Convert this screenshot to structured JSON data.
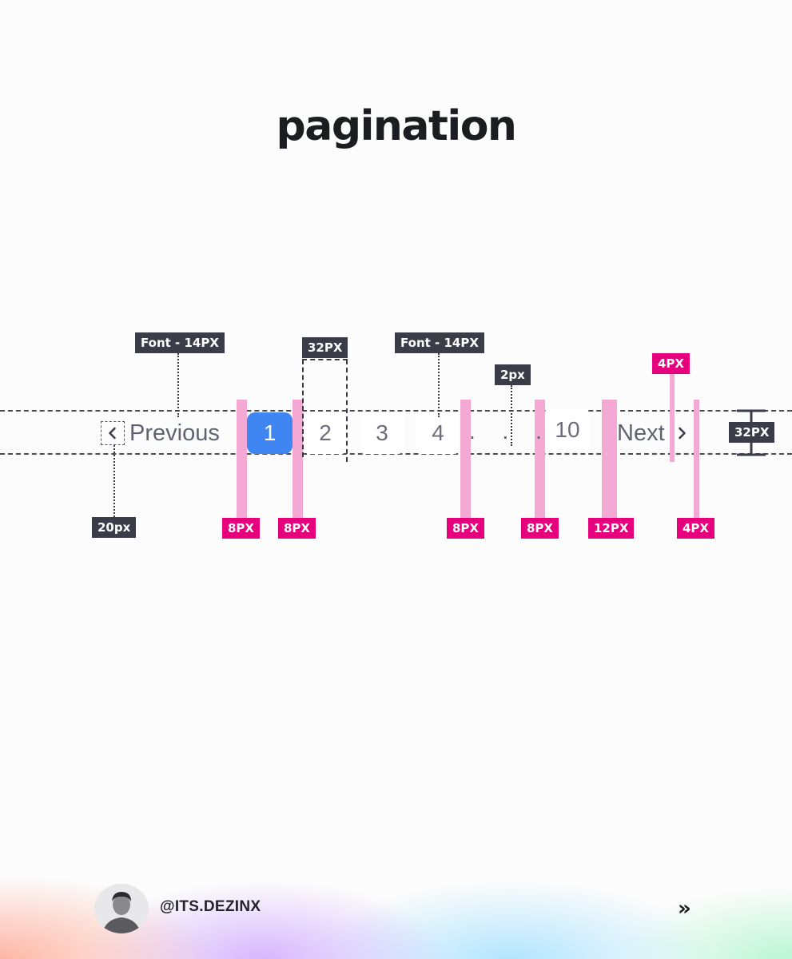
{
  "title": "pagination",
  "pagination": {
    "previous_label": "Previous",
    "next_label": "Next",
    "pages": [
      "1",
      "2",
      "3",
      "4",
      "10"
    ],
    "active_page": "1",
    "ellipsis": ". . . ."
  },
  "annotations": {
    "font_prev": "Font - 14PX",
    "size_32_top": "32PX",
    "font_page4": "Font - 14PX",
    "gap_2px": "2px",
    "gap_4px_top": "4PX",
    "height_32": "32PX",
    "icon_20px": "20px",
    "gap_8a": "8PX",
    "gap_8b": "8PX",
    "gap_8c": "8PX",
    "gap_8d": "8PX",
    "gap_12": "12PX",
    "gap_4px_bottom": "4PX"
  },
  "footer": {
    "handle": "@ITS.DEZINX",
    "next_icon": "double-chevron-right-icon"
  },
  "colors": {
    "active": "#3f86f2",
    "spacing_bar": "#f4a9d4",
    "pink_tag": "#e6007e",
    "dark_tag": "#3a3d48"
  }
}
